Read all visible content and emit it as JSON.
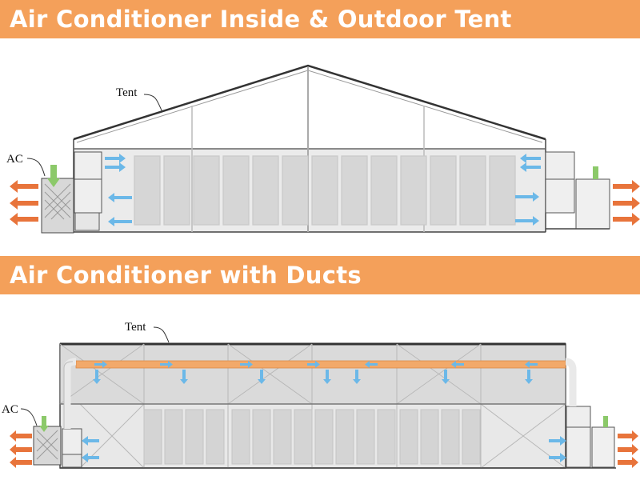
{
  "sections": [
    {
      "title": "Air Conditioner Inside & Outdoor Tent",
      "tent_label": "Tent",
      "ac_label": "AC"
    },
    {
      "title": "Air Conditioner with Ducts",
      "tent_label": "Tent",
      "ac_label": "AC"
    }
  ],
  "colors": {
    "banner": "#f4a05a",
    "banner_text": "#ffffff",
    "outflow_arrow": "#e8743b",
    "inflow_arrow": "#6bb8e8",
    "duct": "#f2a96a",
    "intake_arrow": "#8cc96a"
  }
}
